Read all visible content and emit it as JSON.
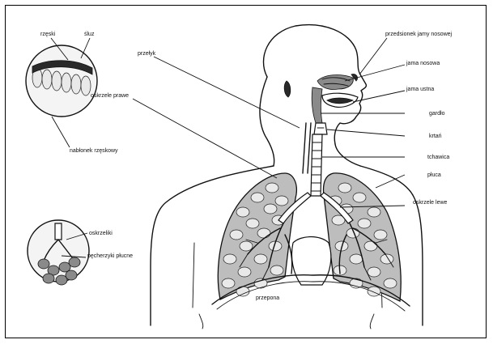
{
  "labels": {
    "rzeski": "rzęski",
    "sluz": "śluz",
    "nablonek": "nabłonek rzęskowy",
    "pecherzyki": "pęcherzyki płucne",
    "oskrzeliki": "oskrzeliki",
    "przelyk": "przełyk",
    "oskrzele_prawe": "oskrzele prawe",
    "jama_nosowa_przedsionek": "przedsionek jamy nosowej",
    "jama_nosowa": "jama nosowa",
    "jama_ustna": "jama ustna",
    "gardlo": "gardło",
    "krtan": "krtań",
    "tchawica": "tchawica",
    "pluca": "płuca",
    "oskrzele_lewe": "oskrzele lewe",
    "przepona": "przepona"
  }
}
